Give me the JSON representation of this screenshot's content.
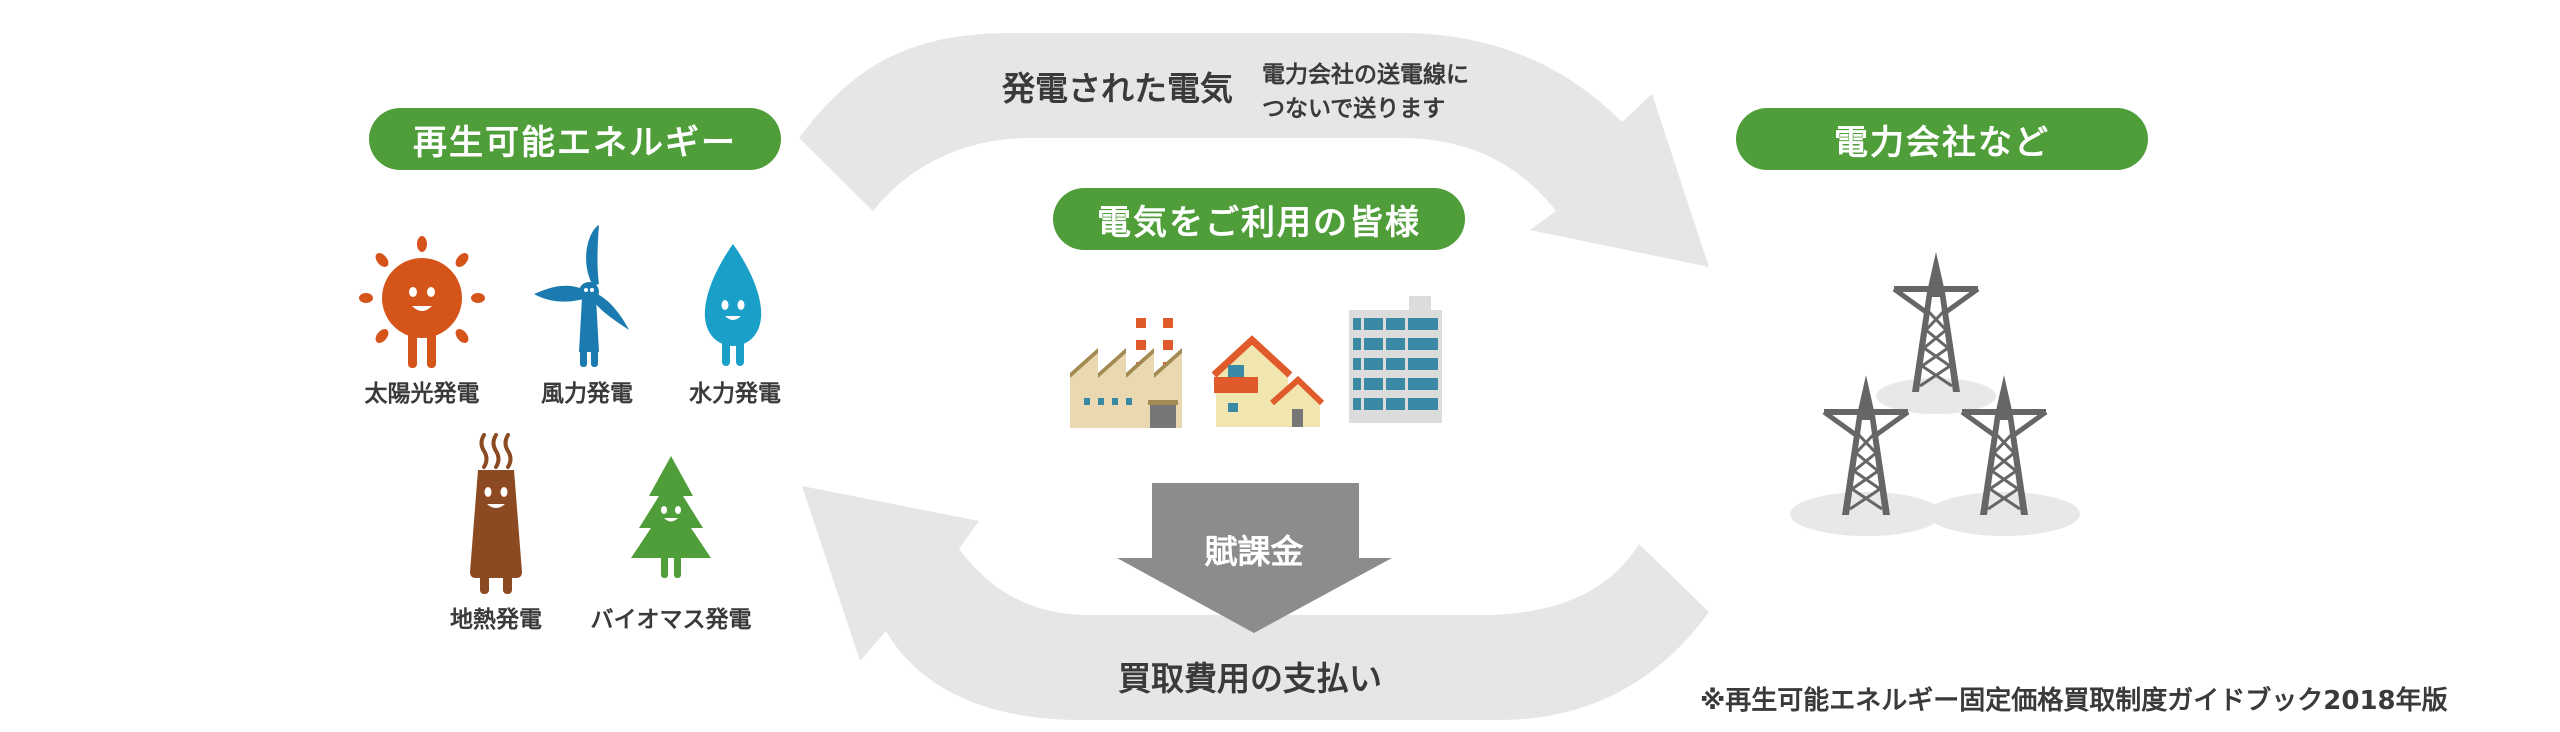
{
  "colors": {
    "green": "#4f9e39",
    "cycle_arrow": "#e6e6e6",
    "levy_arrow": "#8c8c8c",
    "text": "#3a3a3a"
  },
  "renewable": {
    "title": "再生可能エネルギー",
    "sources": [
      {
        "label": "太陽光発電",
        "icon": "sun-character-icon"
      },
      {
        "label": "風力発電",
        "icon": "wind-turbine-character-icon"
      },
      {
        "label": "水力発電",
        "icon": "water-drop-character-icon"
      },
      {
        "label": "地熱発電",
        "icon": "geothermal-character-icon"
      },
      {
        "label": "バイオマス発電",
        "icon": "tree-character-icon"
      }
    ]
  },
  "flow_top": {
    "label": "発電された電気",
    "note_line1": "電力会社の送電線に",
    "note_line2": "つないで送ります"
  },
  "consumers": {
    "title": "電気をご利用の皆様",
    "icons": [
      "factory-icon",
      "house-icon",
      "office-building-icon"
    ]
  },
  "levy": {
    "label": "賦課金"
  },
  "flow_bottom": {
    "label": "買取費用の支払い"
  },
  "utility": {
    "title": "電力会社など",
    "icon": "transmission-tower-icon"
  },
  "footnote": "※再生可能エネルギー固定価格買取制度ガイドブック2018年版"
}
